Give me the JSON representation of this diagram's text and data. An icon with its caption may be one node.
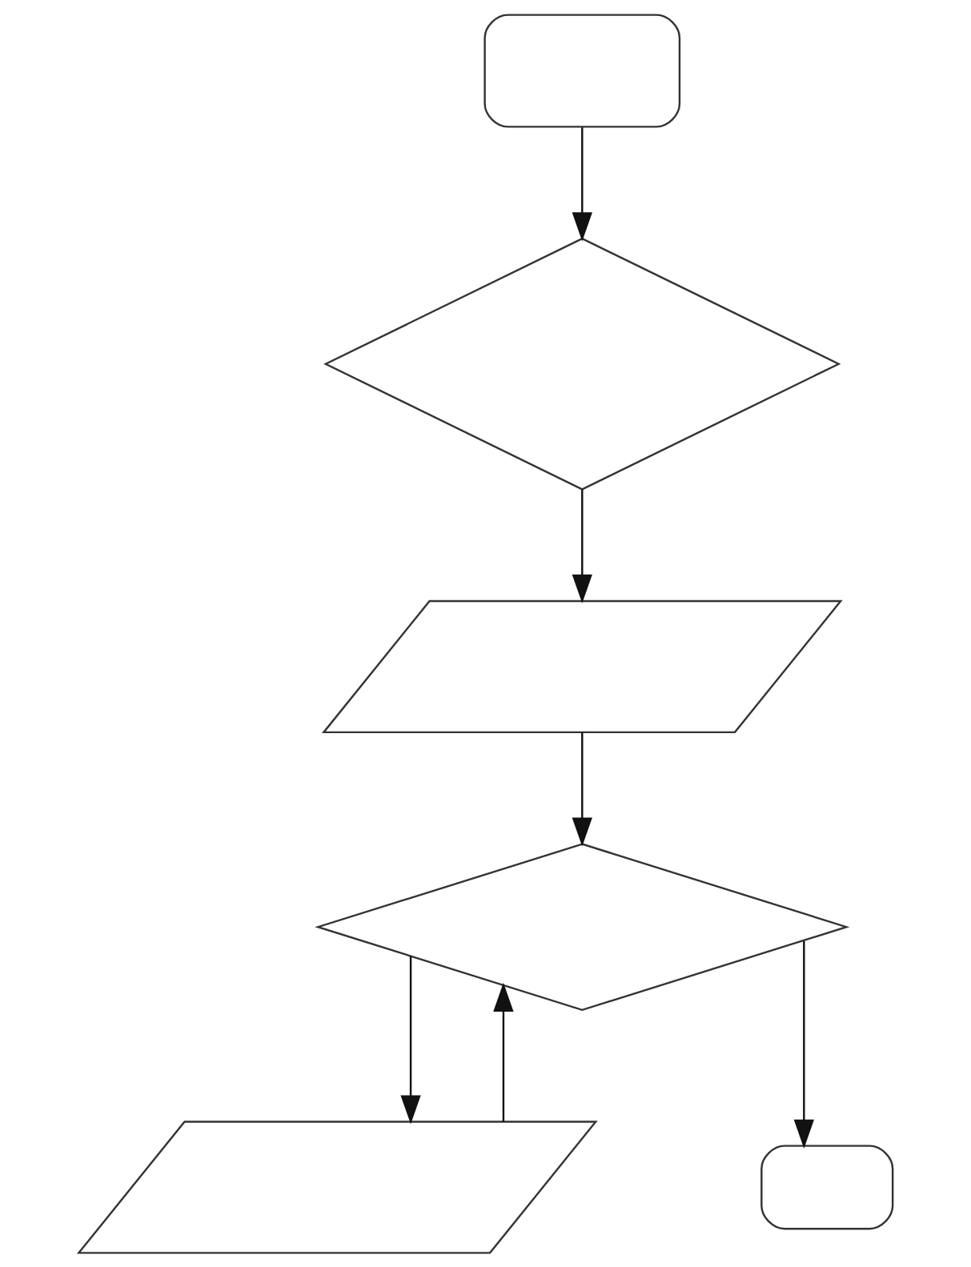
{
  "diagram": {
    "nodes": [
      {
        "text": [],
        "shape": "box"
      },
      {
        "text": [],
        "shape": "diamond"
      },
      {
        "text": [],
        "shape": "parallelogram"
      },
      {
        "text": [],
        "shape": "diamond"
      },
      {
        "text": [],
        "shape": "parallelogram"
      },
      {
        "text": [],
        "shape": "box"
      }
    ],
    "edges": [
      {
        "from": 0,
        "to": 1,
        "arrow": "to"
      },
      {
        "from": 1,
        "to": 2,
        "arrow": "to"
      },
      {
        "from": 2,
        "to": 3,
        "arrow": "to"
      },
      {
        "from": 4,
        "to": 3,
        "arrow": "to"
      },
      {
        "from": 3,
        "to": 4,
        "arrow": "to"
      },
      {
        "from": 3,
        "to": 5,
        "arrow": "to"
      }
    ]
  }
}
